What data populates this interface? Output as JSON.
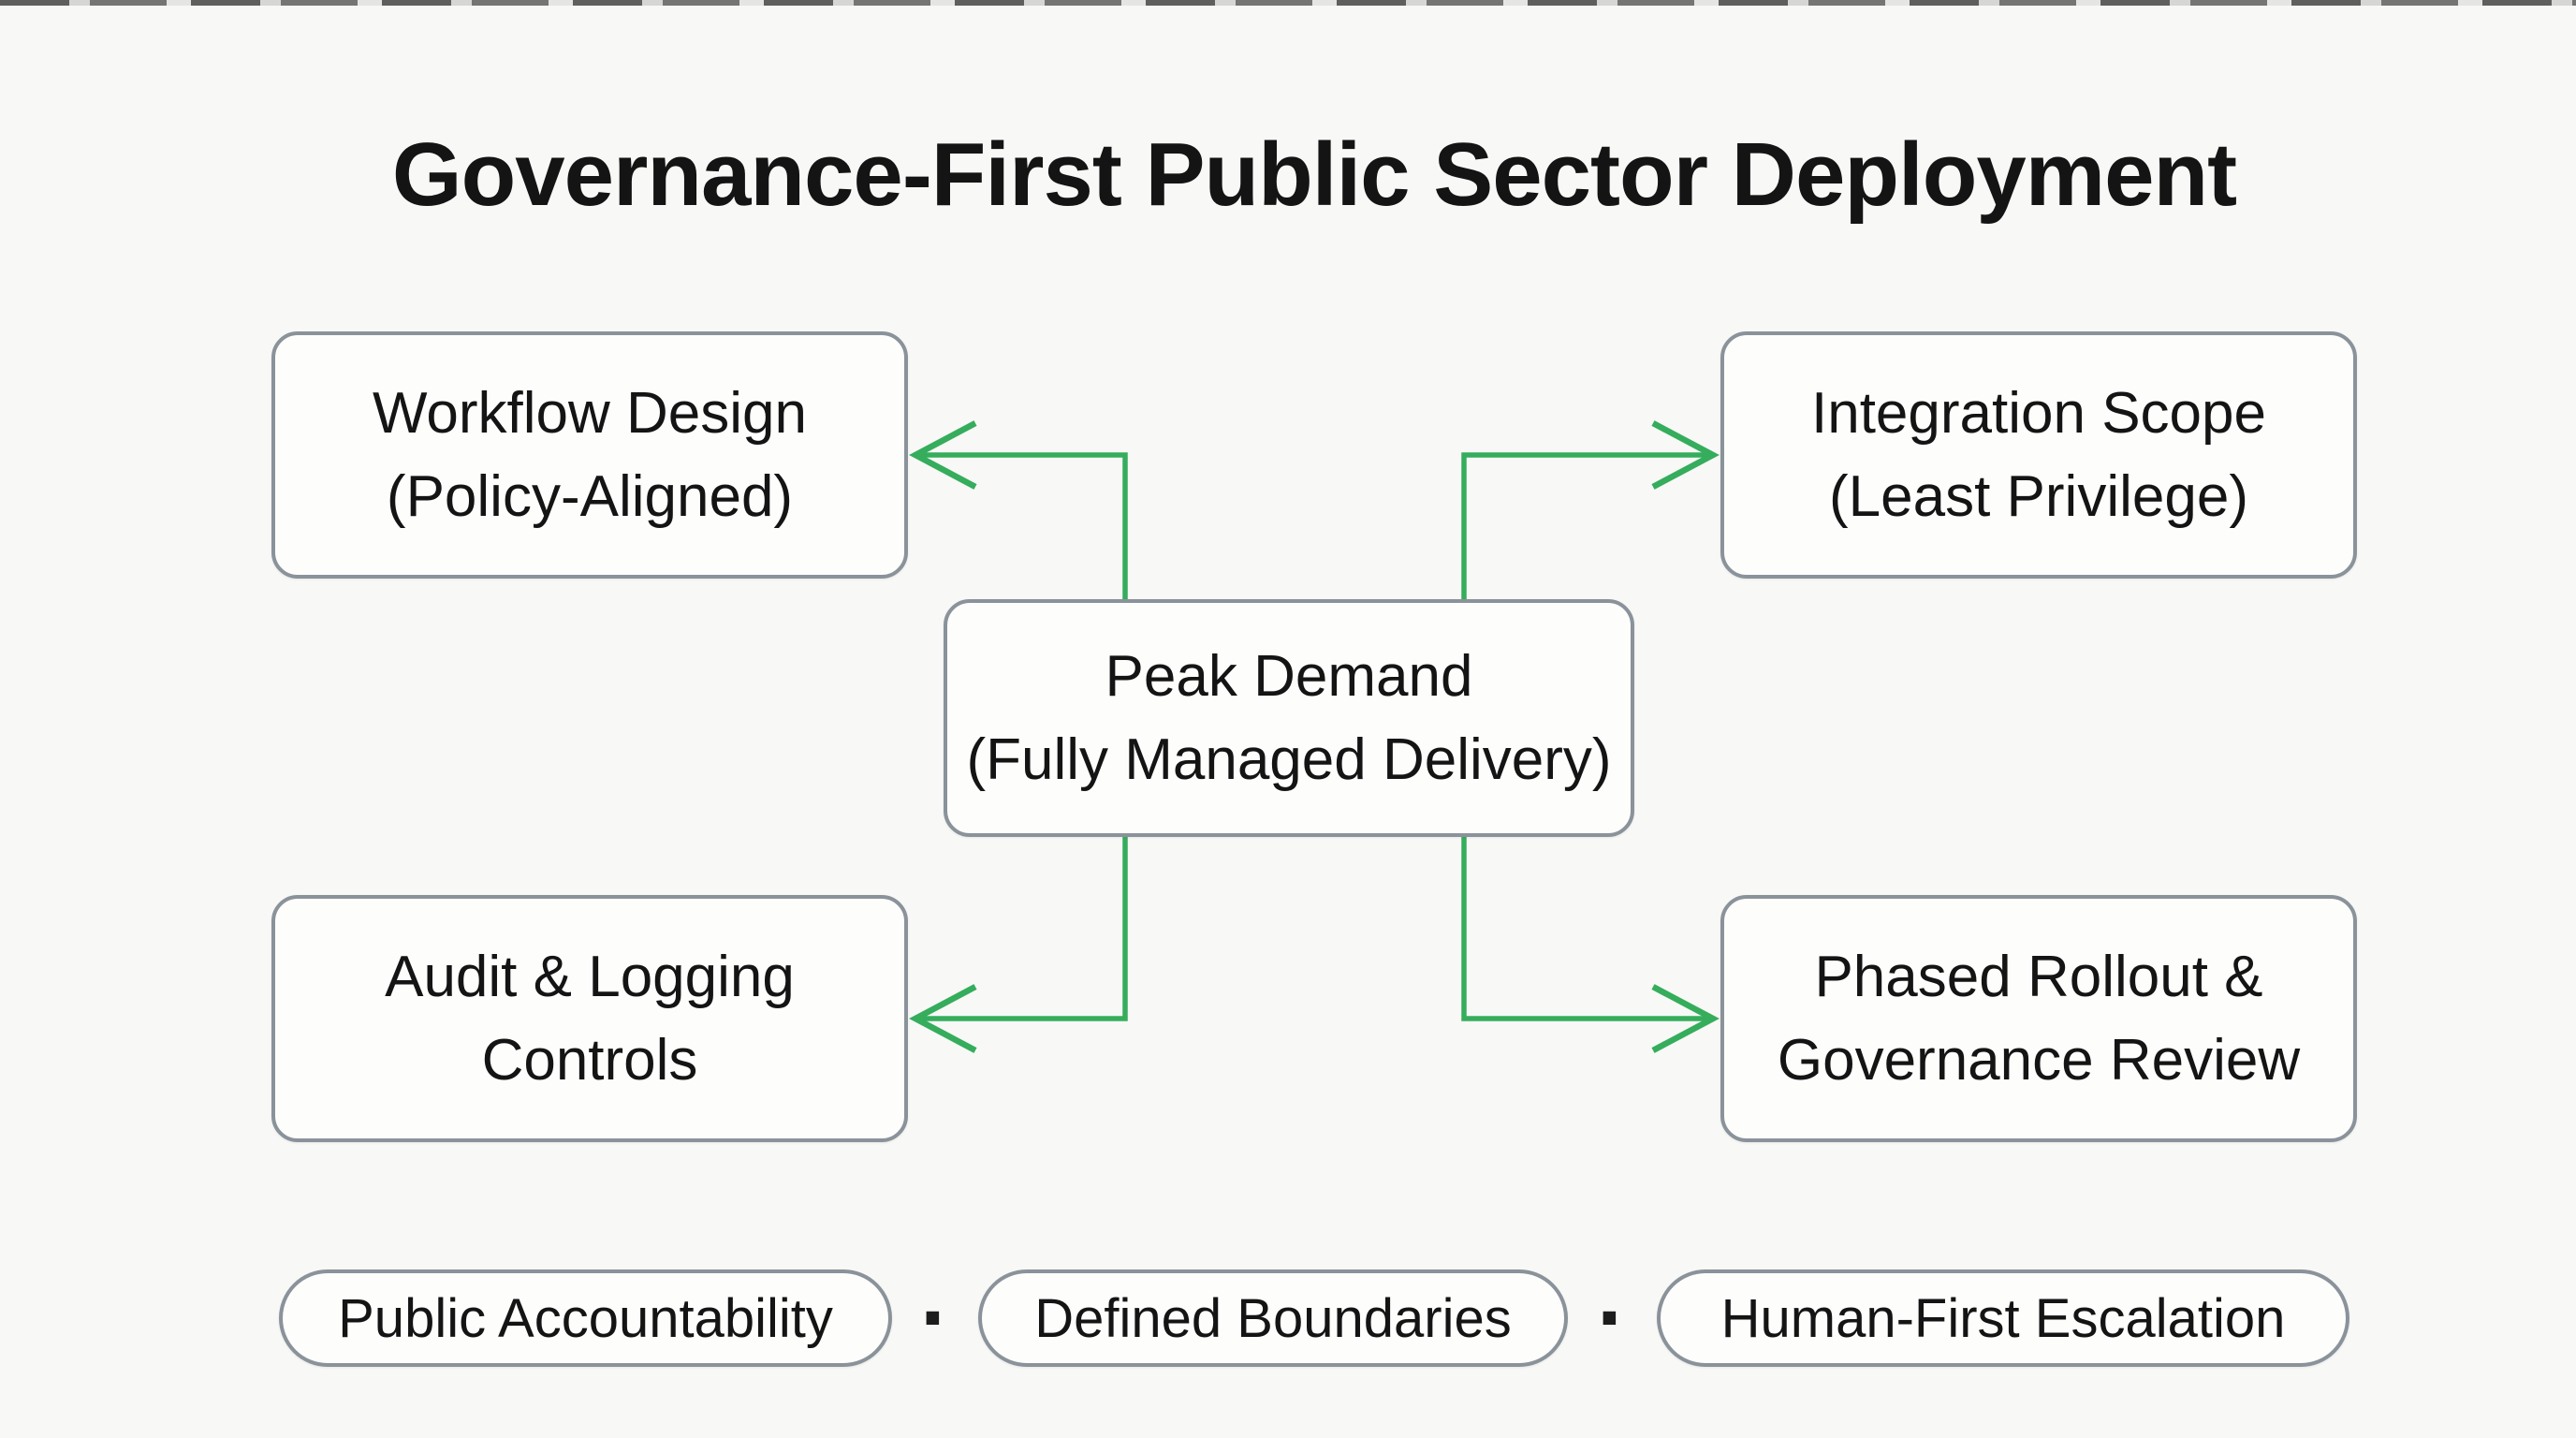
{
  "title": "Governance-First Public Sector Deployment",
  "nodes": {
    "center": {
      "line1": "Peak Demand",
      "line2": "(Fully Managed Delivery)"
    },
    "top_left": {
      "line1": "Workflow Design",
      "line2": "(Policy-Aligned)"
    },
    "top_right": {
      "line1": "Integration Scope",
      "line2": "(Least Privilege)"
    },
    "bottom_left": {
      "line1": "Audit & Logging",
      "line2": "Controls"
    },
    "bottom_right": {
      "line1": "Phased Rollout &",
      "line2": "Governance Review"
    }
  },
  "footer": {
    "pills": [
      "Public Accountability",
      "Defined Boundaries",
      "Human-First Escalation"
    ],
    "separator": "·"
  },
  "colors": {
    "accent_green": "#35ad5c",
    "box_border": "#8a929a",
    "text": "#161616",
    "background": "#f8f8f6",
    "box_fill": "#fdfdfc"
  }
}
